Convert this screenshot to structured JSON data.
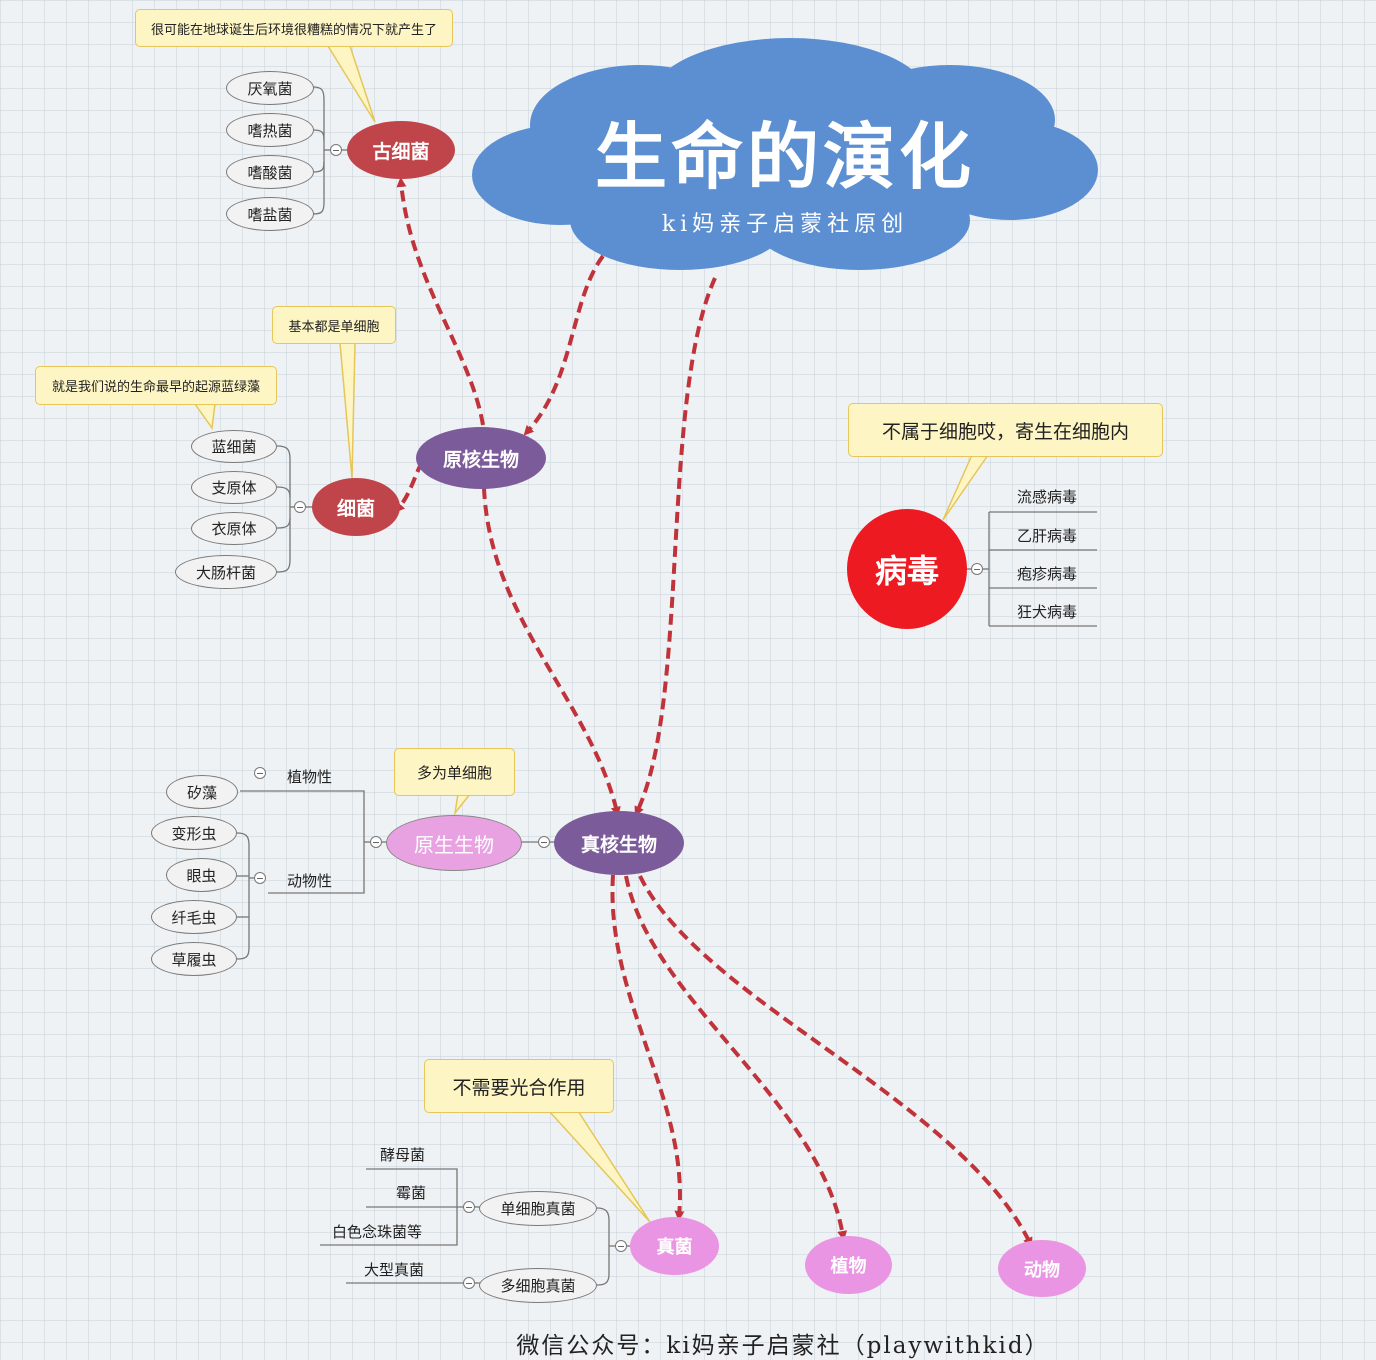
{
  "title": {
    "main": "生命的演化",
    "subtitle": "ki妈亲子启蒙社原创"
  },
  "colors": {
    "cloud": "#5b8fd2",
    "arrow": "#c0333a",
    "red_node": "#c0454a",
    "purple_node": "#7c5b9a",
    "pink_node": "#e995e3",
    "virus": "#ee1a22",
    "callout_fill": "#fdf5c4",
    "callout_border": "#e6c65a"
  },
  "nodes": {
    "prokaryote": "原核生物",
    "archaea": "古细菌",
    "bacteria": "细菌",
    "eukaryote": "真核生物",
    "protist": "原生生物",
    "fungi": "真菌",
    "plants": "植物",
    "animals": "动物",
    "virus": "病毒",
    "unicellular_fungi": "单细胞真菌",
    "multicellular_fungi": "多细胞真菌",
    "plant_like": "植物性",
    "animal_like": "动物性"
  },
  "callouts": {
    "archaea_note": "很可能在地球诞生后环境很糟糕的情况下就产生了",
    "prokaryote_note": "基本都是单细胞",
    "bacteria_note": "就是我们说的生命最早的起源蓝绿藻",
    "virus_note": "不属于细胞哎，寄生在细胞内",
    "protist_note": "多为单细胞",
    "fungi_note": "不需要光合作用"
  },
  "archaea_items": [
    "厌氧菌",
    "嗜热菌",
    "嗜酸菌",
    "嗜盐菌"
  ],
  "bacteria_items": [
    "蓝细菌",
    "支原体",
    "衣原体",
    "大肠杆菌"
  ],
  "virus_items": [
    "流感病毒",
    "乙肝病毒",
    "疱疹病毒",
    "狂犬病毒"
  ],
  "protist_plant_items": [
    "矽藻"
  ],
  "protist_animal_items": [
    "变形虫",
    "眼虫",
    "纤毛虫",
    "草履虫"
  ],
  "unicellular_fungi_items": [
    "酵母菌",
    "霉菌",
    "白色念珠菌等"
  ],
  "multicellular_fungi_items": [
    "大型真菌"
  ],
  "footer": "微信公众号：ki妈亲子启蒙社（playwithkid）"
}
